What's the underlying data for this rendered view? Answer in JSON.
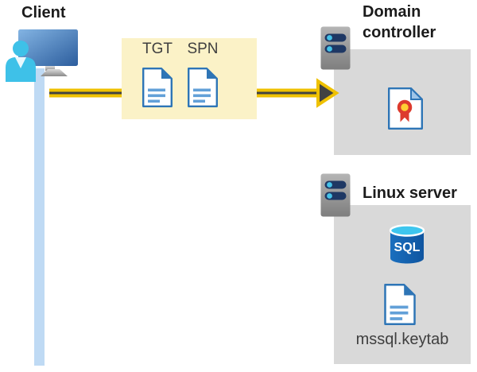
{
  "client": {
    "label": "Client"
  },
  "ticket_box": {
    "items": [
      {
        "label": "TGT"
      },
      {
        "label": "SPN"
      }
    ]
  },
  "domain_controller": {
    "label": "Domain controller"
  },
  "linux_server": {
    "label": "Linux server",
    "sql": "SQL",
    "keytab": "mssql.keytab"
  },
  "colors": {
    "highlight_box_yellow": "#FBF2C7",
    "panel_gray": "#D9D9D9",
    "arrow_yellow": "#EFC100",
    "arrow_dark": "#424242",
    "connection_line_blue": "#BFDAF4",
    "document_border_blue": "#2E75B6",
    "document_line_blue": "#62A0D8",
    "server_slot_navy": "#1F3864",
    "server_led_cyan": "#45C2E8",
    "person_cyan": "#3EC1E8",
    "certificate_red": "#DD3A2D",
    "certificate_gold": "#FFCF33",
    "heading_text": "#1B1B1B",
    "label_text": "#3F3F3F"
  }
}
